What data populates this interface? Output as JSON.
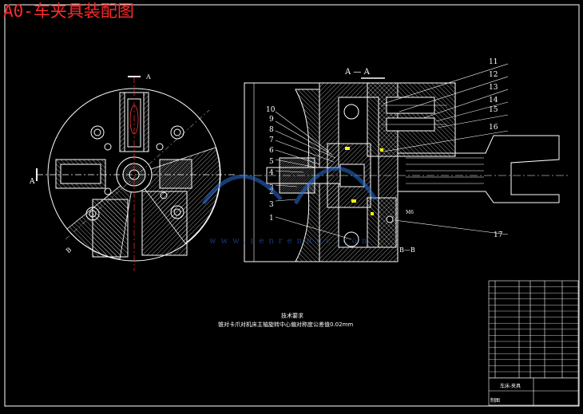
{
  "title": "A0-车夹具装配图",
  "section_labels": {
    "a_a": "A — A",
    "a_left": "A",
    "a_top": "A",
    "b_b": "B—B",
    "b_small": "B"
  },
  "part_numbers": [
    "1",
    "2",
    "3",
    "3",
    "4",
    "5",
    "6",
    "7",
    "8",
    "9",
    "10",
    "11",
    "12",
    "13",
    "14",
    "15",
    "16",
    "17"
  ],
  "tech_requirements": {
    "heading": "技术要求",
    "text": "锥对卡爪对机床主轴旋转中心偏对称度公差值0.02mm"
  },
  "callouts": {
    "thread": "M6"
  },
  "watermark": "www.renrendoc.com",
  "title_block": {
    "label": "车床-夹具",
    "label2": "制图"
  },
  "colors": {
    "background": "#000000",
    "lines": "#ffffff",
    "title": "#ff2a2a",
    "accent_yellow": "#ffff00",
    "centerline": "#ff3030",
    "watermark": "#2a6fd6"
  }
}
